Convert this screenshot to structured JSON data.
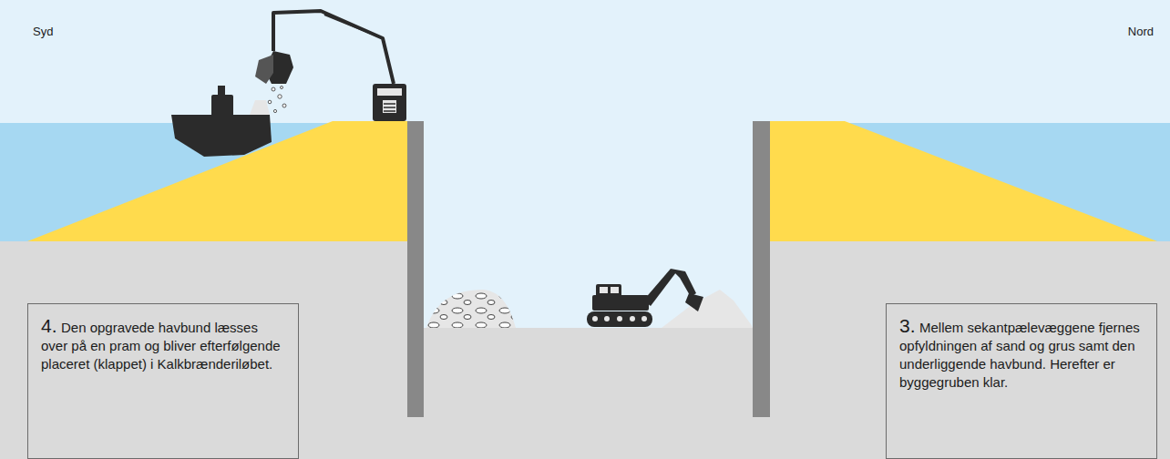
{
  "diagram": {
    "nodes": [
      {
        "text": [
          "4.",
          "Den opgravede havbund læsses over på en pram og bliver efterfølgende placeret (klappet) i Kalkbrænderiløbet."
        ]
      },
      {
        "text": [
          "3.",
          "Mellem sekantpælevæggene fjernes opfyldningen af sand og grus samt den underliggende havbund. Herefter er byggegruben klar."
        ]
      }
    ],
    "labels": [
      "Syd",
      "Nord"
    ]
  }
}
